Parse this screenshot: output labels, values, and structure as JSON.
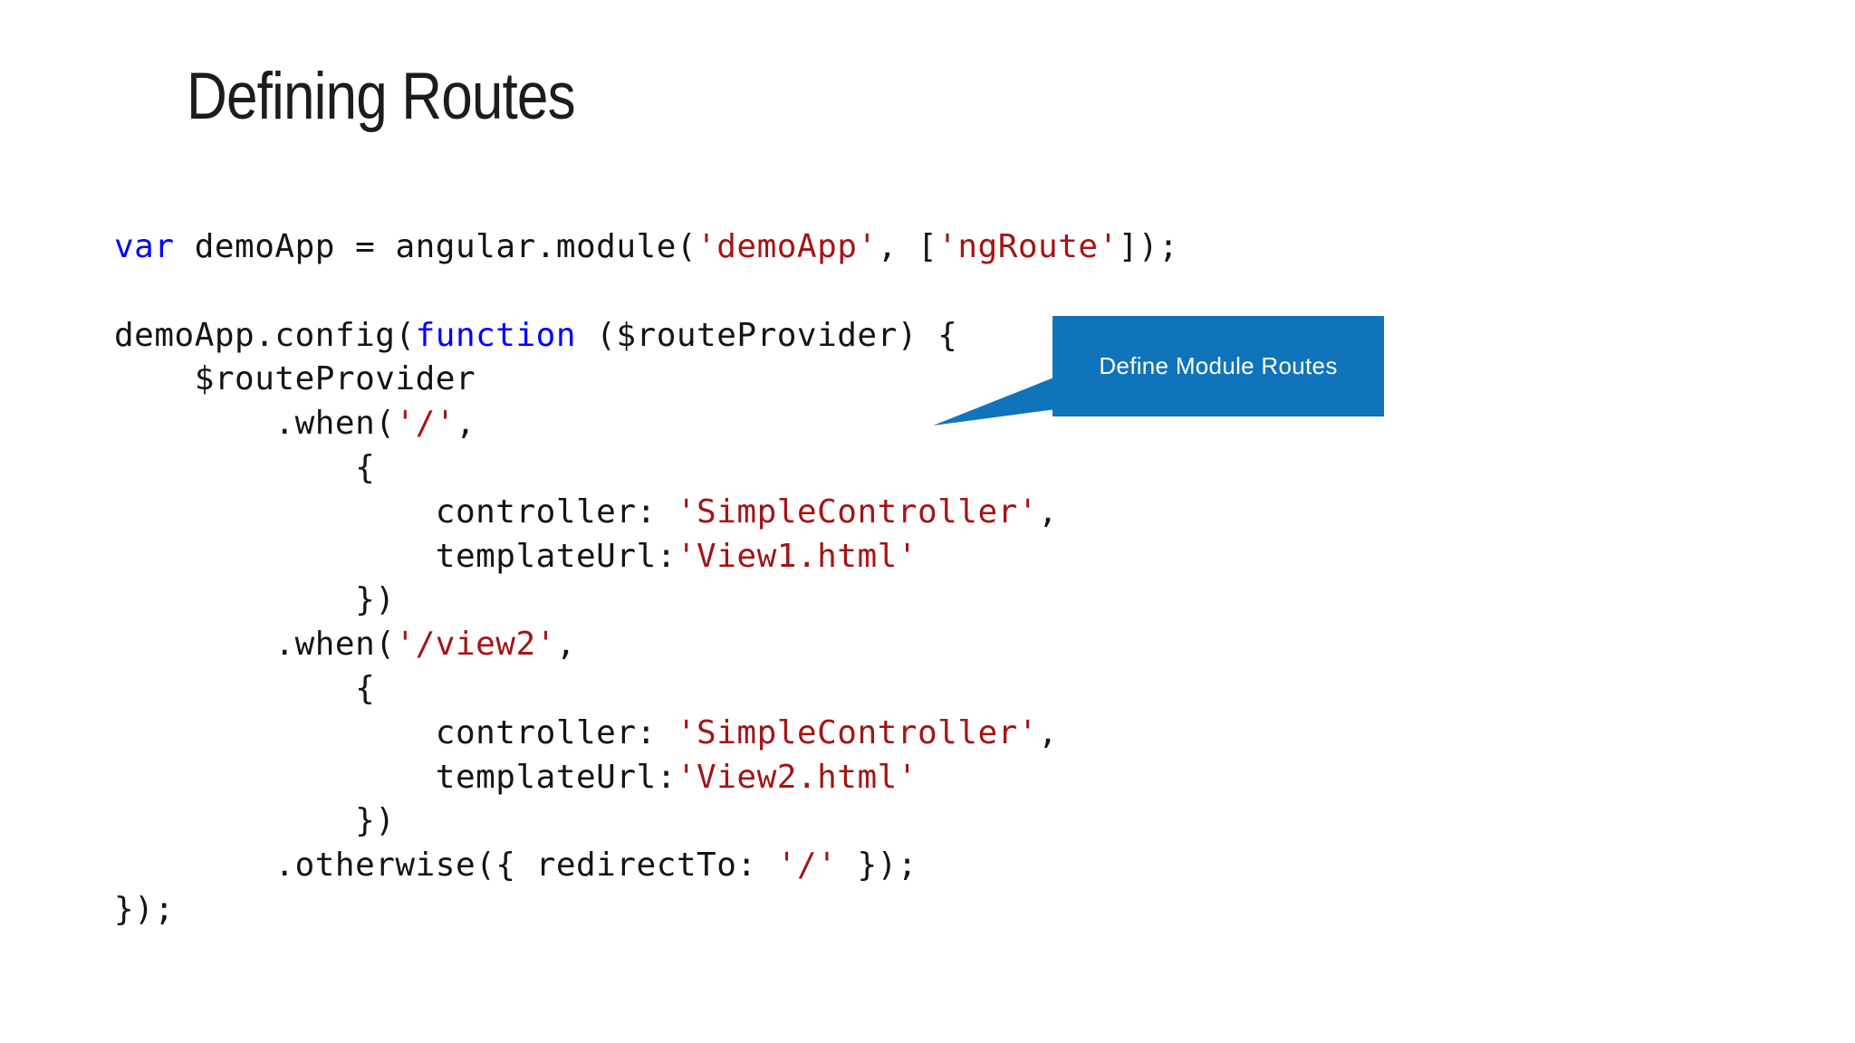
{
  "slide": {
    "title": "Defining Routes",
    "callout": {
      "label": "Define Module Routes",
      "bg_color": "#1074BC",
      "text_color": "#FFFFFF"
    },
    "code": {
      "colors": {
        "kw": "#0000FF",
        "str": "#A31515",
        "pl": "#141414"
      },
      "lines": [
        [
          {
            "t": "var",
            "c": "kw"
          },
          {
            "t": " demoApp = angular.module(",
            "c": "pl"
          },
          {
            "t": "'demoApp'",
            "c": "str"
          },
          {
            "t": ", [",
            "c": "pl"
          },
          {
            "t": "'ngRoute'",
            "c": "str"
          },
          {
            "t": "]);",
            "c": "pl"
          }
        ],
        [],
        [
          {
            "t": "demoApp.config(",
            "c": "pl"
          },
          {
            "t": "function",
            "c": "kw"
          },
          {
            "t": " ($routeProvider) {",
            "c": "pl"
          }
        ],
        [
          {
            "t": "    $routeProvider",
            "c": "pl"
          }
        ],
        [
          {
            "t": "        .when(",
            "c": "pl"
          },
          {
            "t": "'/'",
            "c": "str"
          },
          {
            "t": ",",
            "c": "pl"
          }
        ],
        [
          {
            "t": "            {",
            "c": "pl"
          }
        ],
        [
          {
            "t": "                controller: ",
            "c": "pl"
          },
          {
            "t": "'SimpleController'",
            "c": "str"
          },
          {
            "t": ",",
            "c": "pl"
          }
        ],
        [
          {
            "t": "                templateUrl:",
            "c": "pl"
          },
          {
            "t": "'View1.html'",
            "c": "str"
          }
        ],
        [
          {
            "t": "            })",
            "c": "pl"
          }
        ],
        [
          {
            "t": "        .when(",
            "c": "pl"
          },
          {
            "t": "'/view2'",
            "c": "str"
          },
          {
            "t": ",",
            "c": "pl"
          }
        ],
        [
          {
            "t": "            {",
            "c": "pl"
          }
        ],
        [
          {
            "t": "                controller: ",
            "c": "pl"
          },
          {
            "t": "'SimpleController'",
            "c": "str"
          },
          {
            "t": ",",
            "c": "pl"
          }
        ],
        [
          {
            "t": "                templateUrl:",
            "c": "pl"
          },
          {
            "t": "'View2.html'",
            "c": "str"
          }
        ],
        [
          {
            "t": "            })",
            "c": "pl"
          }
        ],
        [
          {
            "t": "        .otherwise({ redirectTo: ",
            "c": "pl"
          },
          {
            "t": "'/'",
            "c": "str"
          },
          {
            "t": " });",
            "c": "pl"
          }
        ],
        [
          {
            "t": "});",
            "c": "pl"
          }
        ]
      ]
    }
  }
}
